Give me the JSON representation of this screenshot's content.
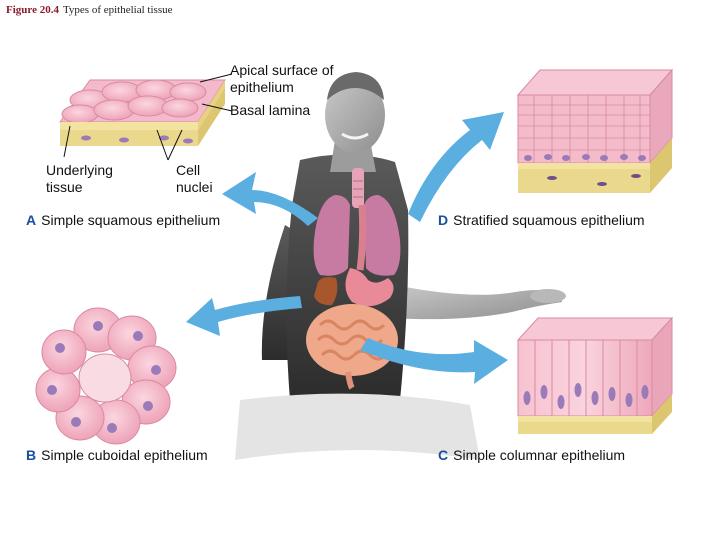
{
  "figure": {
    "number": "Figure 20.4",
    "title": "Types of epithelial tissue"
  },
  "callouts": {
    "apical_surface": "Apical surface of epithelium",
    "basal_lamina": "Basal lamina",
    "underlying_tissue": "Underlying tissue",
    "cell_nuclei": "Cell nuclei"
  },
  "tissues": {
    "a": {
      "letter": "A",
      "name": "Simple squamous epithelium"
    },
    "b": {
      "letter": "B",
      "name": "Simple cuboidal epithelium"
    },
    "c": {
      "letter": "C",
      "name": "Simple columnar epithelium"
    },
    "d": {
      "letter": "D",
      "name": "Stratified squamous epithelium"
    }
  },
  "colors": {
    "cell_pink": "#f3b6c6",
    "cell_outline": "#d98aa2",
    "nucleus": "#9a7ab8",
    "lamina_yellow": "#f2e3a0",
    "connective": "#ead98c",
    "arrow_blue": "#5aaee0",
    "letter_blue": "#1a4fa0",
    "caption_red": "#8a1a2a"
  }
}
